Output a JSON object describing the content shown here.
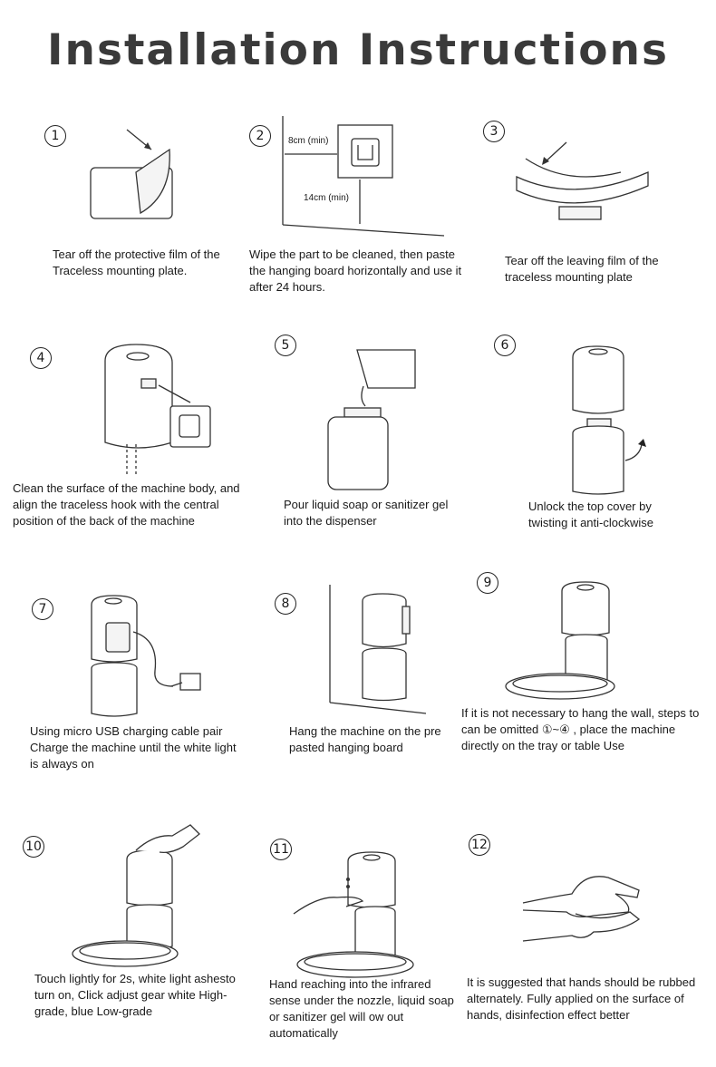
{
  "title": "Installation Instructions",
  "steps": [
    {
      "num": "1",
      "caption": "Tear off the protective film of the Traceless mounting plate."
    },
    {
      "num": "2",
      "caption": "Wipe the part to be cleaned, then paste the hanging board horizontally and use it after 24 hours.",
      "dim_horizontal": "8cm (min)",
      "dim_vertical": "14cm (min)"
    },
    {
      "num": "3",
      "caption": "Tear off the leaving film of the traceless mounting plate"
    },
    {
      "num": "4",
      "caption": "Clean the surface of the machine body, and align the traceless hook with the central position of the back of the machine"
    },
    {
      "num": "5",
      "caption": "Pour liquid soap or sanitizer gel into the dispenser"
    },
    {
      "num": "6",
      "caption": "Unlock the top cover by twisting it anti-clockwise"
    },
    {
      "num": "7",
      "caption": "Using micro USB charging cable pair Charge the machine until the white light is always on"
    },
    {
      "num": "8",
      "caption": "Hang the machine on the pre pasted hanging board"
    },
    {
      "num": "9",
      "caption": "If it is not necessary to hang the wall, steps to can be omitted ①~④ , place the machine directly on the tray or table Use"
    },
    {
      "num": "10",
      "caption": "Touch lightly for 2s, white light ashesto turn on, Click adjust gear white High-grade, blue Low-grade"
    },
    {
      "num": "11",
      "caption": "Hand reaching into the infrared sense under the nozzle, liquid soap or sanitizer gel will ow out automatically"
    },
    {
      "num": "12",
      "caption": "It is suggested that hands should be rubbed alternately. Fully applied on the surface of hands, disinfection effect better"
    }
  ]
}
